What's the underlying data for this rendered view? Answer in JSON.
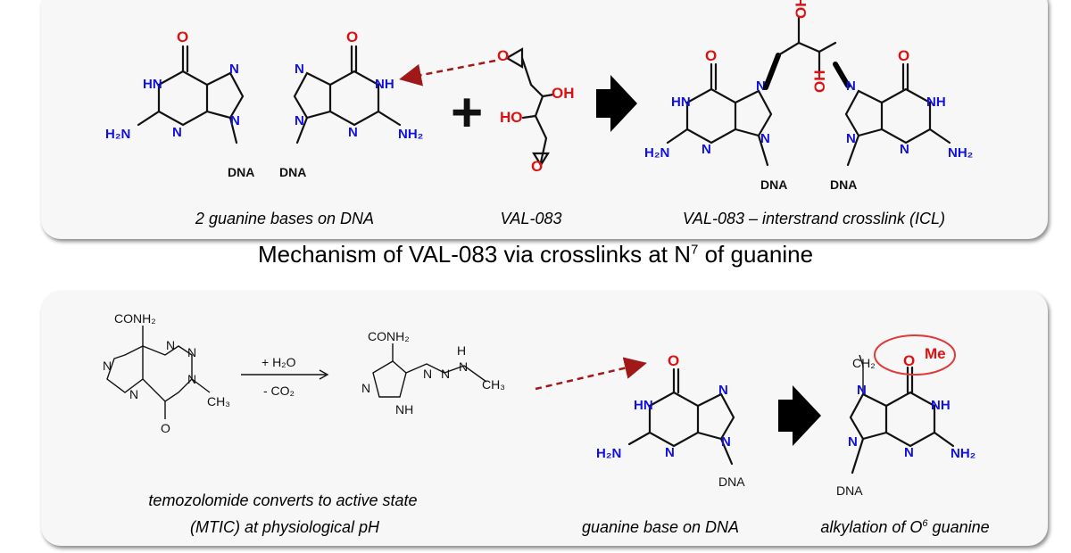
{
  "top_panel": {
    "captions": {
      "guanine_pair": "2 guanine bases on DNA",
      "drug": "VAL-083",
      "icl": "VAL-083 – interstrand crosslink (ICL)"
    },
    "mechanism_title": "Mechanism of VAL-083 via crosslinks at N",
    "mechanism_title_sup": "7",
    "mechanism_title_tail": " of guanine",
    "labels": {
      "dna": "DNA",
      "O": "O",
      "HN": "HN",
      "NH": "NH",
      "N": "N",
      "H2N": "H₂N",
      "NH2": "NH₂",
      "OH": "OH",
      "HO": "HO",
      "plus": "+"
    }
  },
  "bottom_panel": {
    "captions": {
      "tmz_line1": "temozolomide converts to active state",
      "tmz_line2": "(MTIC) at physiological pH",
      "guanine": "guanine base on DNA",
      "alkylation_prefix": "alkylation of O",
      "alkylation_sup": "6",
      "alkylation_suffix": " guanine"
    },
    "reaction": {
      "above_arrow": "+ H₂O",
      "below_arrow": "- CO₂"
    },
    "labels": {
      "conh2": "CONH₂",
      "ch3": "CH₃",
      "ch2": "CH₂",
      "me": "Me",
      "nh": "NH",
      "h": "H",
      "n": "N",
      "o": "O",
      "dna": "DNA"
    }
  },
  "colors": {
    "nitrogen": "#1010e0",
    "oxygen": "#dd1111",
    "dashed_arrow": "#a01818",
    "highlight_circle": "#e03a3a"
  }
}
